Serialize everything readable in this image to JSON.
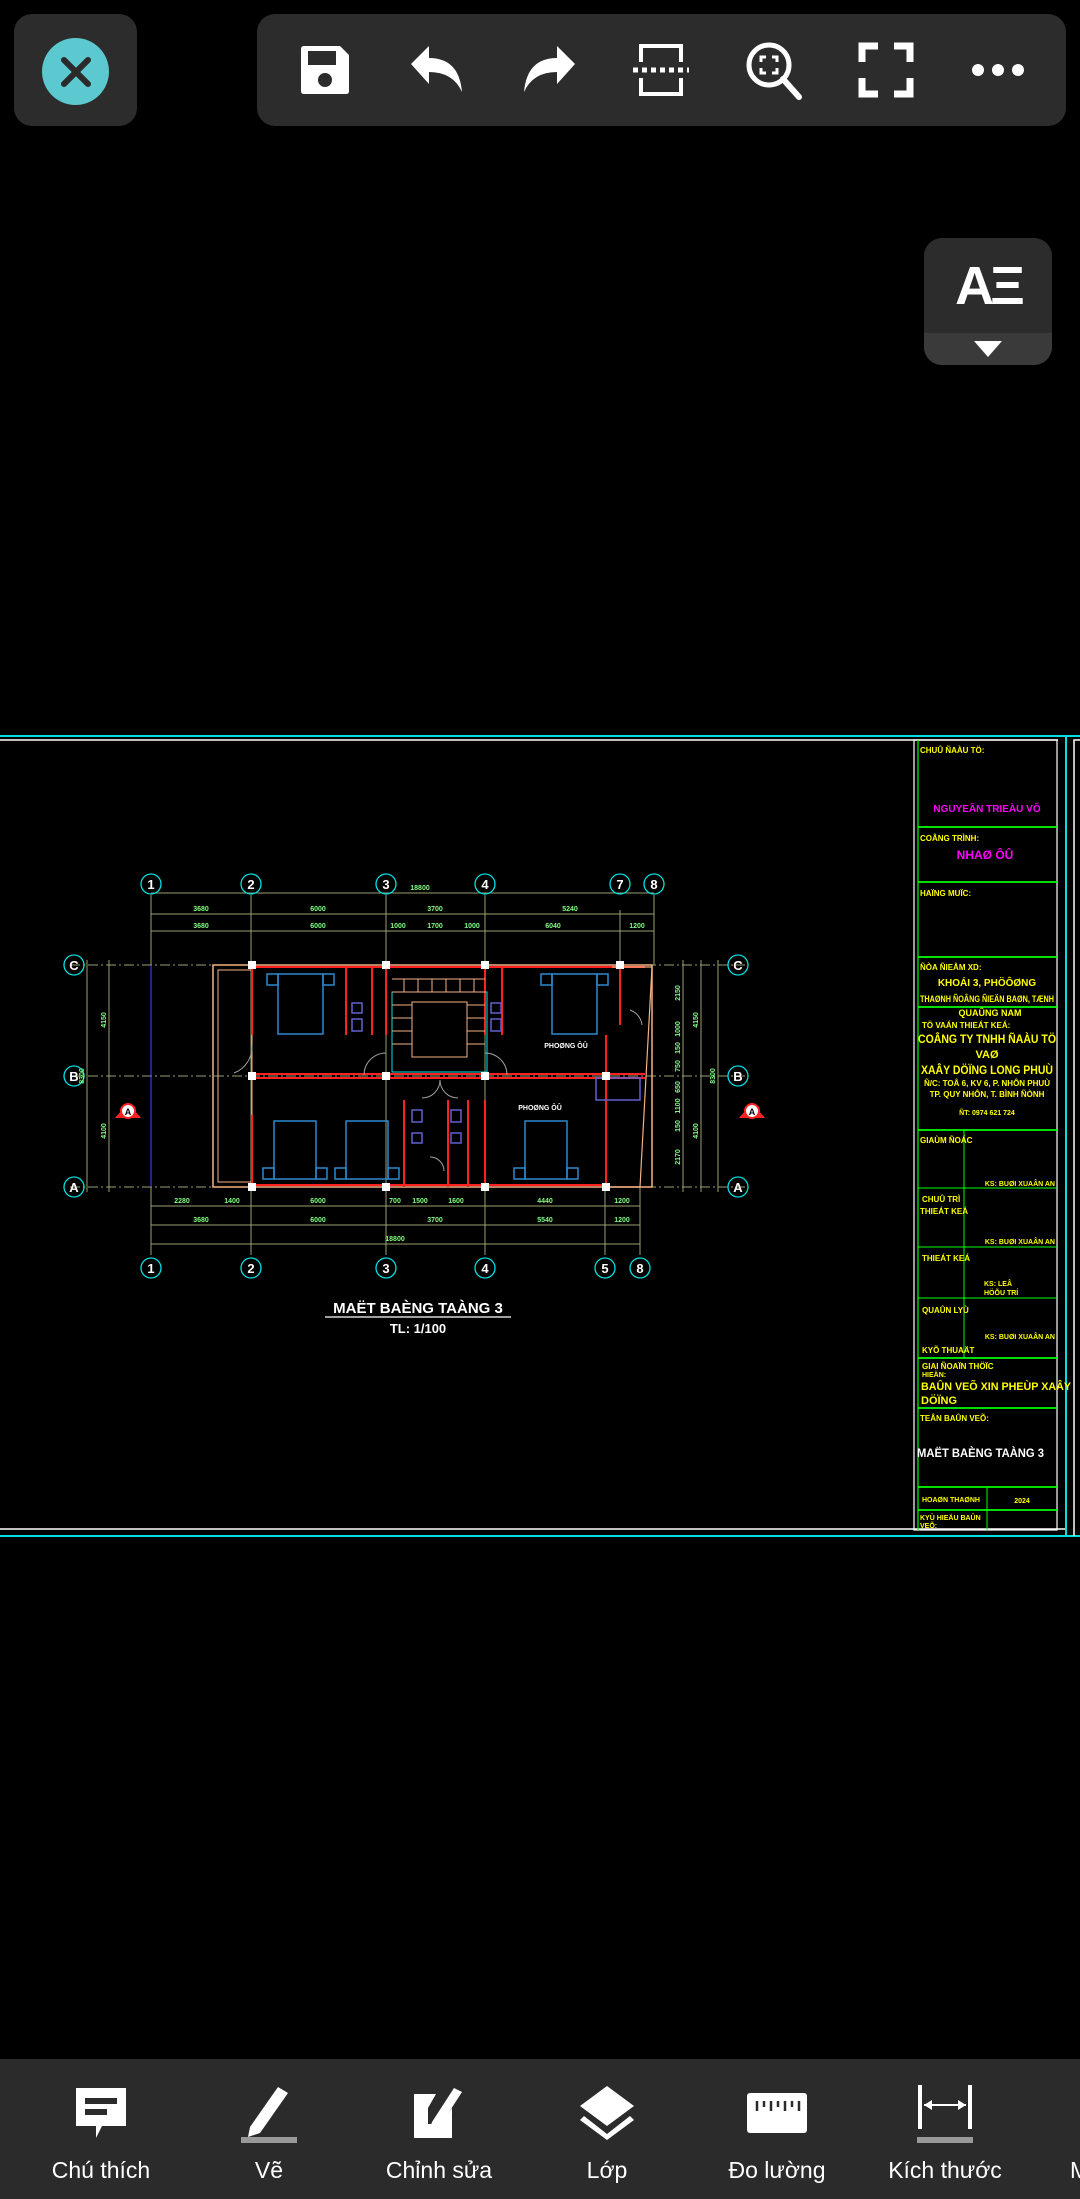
{
  "top_toolbar": {
    "close": "close-icon",
    "buttons": [
      "save-icon",
      "undo-icon",
      "redo-icon",
      "split-view-icon",
      "zoom-extents-icon",
      "fullscreen-icon",
      "more-icon"
    ]
  },
  "text_style": {
    "label": "AΞ"
  },
  "drawing": {
    "grid_top": [
      "1",
      "2",
      "3",
      "4",
      "7",
      "8"
    ],
    "grid_bottom": [
      "1",
      "2",
      "3",
      "4",
      "5",
      "8"
    ],
    "grid_rows": [
      "C",
      "B",
      "A"
    ],
    "section_mark": "A",
    "dims_top_overall": "18800",
    "dims_top_row1": [
      "3680",
      "6000",
      "3700",
      "5240"
    ],
    "dims_top_row2": [
      "3680",
      "6000",
      "1000",
      "1700",
      "1000",
      "6040",
      "1200"
    ],
    "dims_bottom_row1": [
      "2280",
      "1400",
      "6000",
      "700",
      "1500",
      "1600",
      "4440",
      "1200"
    ],
    "dims_bottom_row2": [
      "3680",
      "6000",
      "3700",
      "5540",
      "1200"
    ],
    "dims_bottom_overall": "18800",
    "dims_left": [
      "4150",
      "8300",
      "4100"
    ],
    "dims_right_inner": [
      "2150",
      "1000",
      "150",
      "750",
      "650",
      "1100",
      "150",
      "2170"
    ],
    "dims_right_outer": [
      "4150",
      "8300",
      "4100"
    ],
    "room_label_1": "PHOØNG ÔÛ",
    "room_label_2": "PHOØNG ÔÛ",
    "plan_title": "MAËT BAÈNG TAÀNG 3",
    "plan_scale": "TL: 1/100"
  },
  "title_block": {
    "owner_label": "CHUÛ ÑAÀU TÖ:",
    "owner": "NGUYEÃN TRIEÀU VÕ",
    "project_label": "COÂNG TRÌNH:",
    "project": "NHAØ ÔÛ",
    "item_label": "HAÏNG MUÏC:",
    "location_label": "ÑÒA ÑIEÅM XD:",
    "location_1": "KHOÁI 3, PHÖÔØNG",
    "location_2": "THAØNH ÑOÂNG ÑIEÄN BAØN, TÆNH",
    "location_3": "QUAÛNG NAM",
    "consultant_label": "TÖ VAÁN THIEÁT KEÁ:",
    "company_1": "COÂNG TY TNHH ÑAÀU TÖ",
    "company_2": "VAØ",
    "company_3": "XAÂY DÖÏNG LONG PHUÙ",
    "address_1": "Ñ/C: TOÅ 6, KV 6, P. NHÔN PHUÙ",
    "address_2": "TP. QUY NHÔN, T. BÌNH ÑÒNH",
    "phone": "ÑT: 0974 621 724",
    "director_label": "GIAÙM ÑOÁC",
    "director": "KS: BUØI XUAÂN AN",
    "chief_label_1": "CHUÛ TRÌ",
    "chief_label_2": "THIEÁT KEÁ",
    "chief": "KS: BUØI XUAÂN AN",
    "designer_label": "THIEÁT KEÁ",
    "designer_1": "KS: LEÂ",
    "designer_2": "HÖÕU TRÍ",
    "manager_label": "QUAÛN LYÙ",
    "tech_label": "KYÕ THUAÄT",
    "tech": "KS: BUØI XUAÂN AN",
    "phase_label_1": "GIAI ÑOAÏN THÖÏC",
    "phase_label_2": "HIEÄN:",
    "phase_1": "BAÛN VEÕ XIN PHEÙP XAÂY",
    "phase_2": "DÖÏNG",
    "sheet_name_label": "TEÂN BAÛN VEÕ:",
    "sheet_name": "MAËT BAÈNG TAÀNG 3",
    "completed_label": "HOAØN THAØNH",
    "completed": "2024",
    "sheet_code_label_1": "KYÙ HIEÄU BAÛN",
    "sheet_code_label_2": "VEÕ:"
  },
  "bottom_bar": {
    "items": [
      {
        "label": "Chú thích"
      },
      {
        "label": "Vẽ"
      },
      {
        "label": "Chỉnh sửa"
      },
      {
        "label": "Lớp"
      },
      {
        "label": "Đo lường"
      },
      {
        "label": "Kích thước"
      },
      {
        "label": "M"
      }
    ]
  },
  "colors": {
    "accent": "#5cc8cf",
    "panel": "#2c2c2c",
    "cad_yellow": "#ffff00",
    "cad_magenta": "#ff00ff",
    "cad_red": "#ff0000",
    "cad_cyan": "#00ffff"
  }
}
